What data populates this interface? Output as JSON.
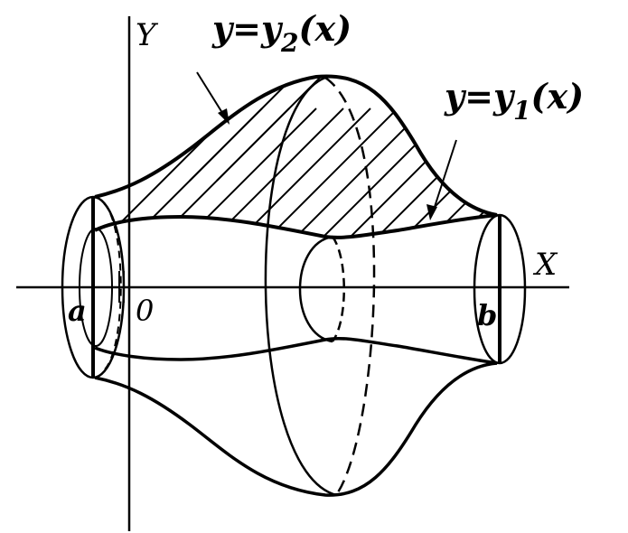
{
  "diagram": {
    "labels": {
      "y_axis": "Y",
      "x_axis": "X",
      "origin": "0",
      "a": "a",
      "b": "b",
      "upper_curve": {
        "y": "y",
        "eq": "=",
        "y2": "y",
        "sub": "2",
        "arg": "(x)"
      },
      "lower_curve": {
        "y": "y",
        "eq": "=",
        "y1": "y",
        "sub": "1",
        "arg": "(x)"
      }
    },
    "colors": {
      "stroke": "#000000",
      "background": "#ffffff"
    }
  }
}
